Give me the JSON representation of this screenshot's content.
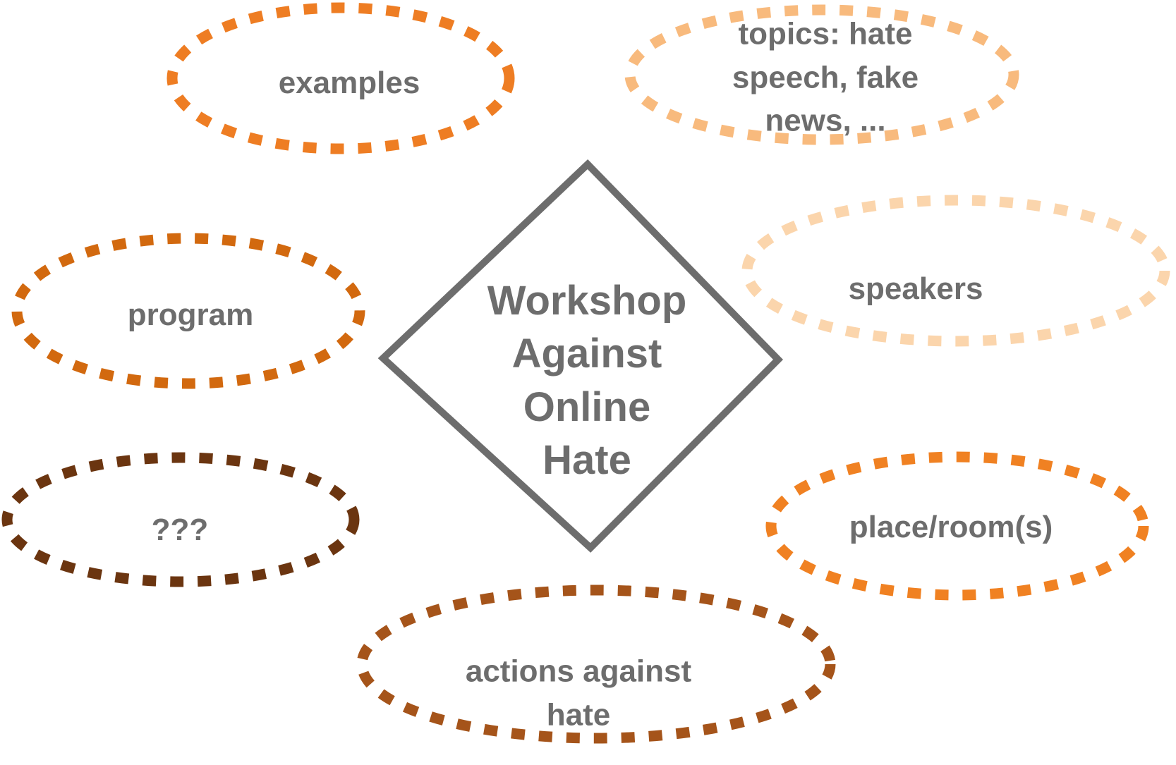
{
  "diagram": {
    "background_color": "#ffffff",
    "label_text_color": "#6d6d6d",
    "center": {
      "label": "Workshop Against Online Hate",
      "shape": "diamond",
      "border_color": "#6d6d6d"
    },
    "nodes": [
      {
        "id": "examples",
        "label": "examples",
        "color": "#ee7d23"
      },
      {
        "id": "topics",
        "label": "topics: hate speech, fake news, ...",
        "color": "#f8ba7d"
      },
      {
        "id": "program",
        "label": "program",
        "color": "#d2690f"
      },
      {
        "id": "speakers",
        "label": "speakers",
        "color": "#fbd5ac"
      },
      {
        "id": "unknown",
        "label": "???",
        "color": "#6b3510"
      },
      {
        "id": "place",
        "label": "place/room(s)",
        "color": "#f08122"
      },
      {
        "id": "actions",
        "label": "actions against hate",
        "color": "#a5541a"
      }
    ]
  }
}
